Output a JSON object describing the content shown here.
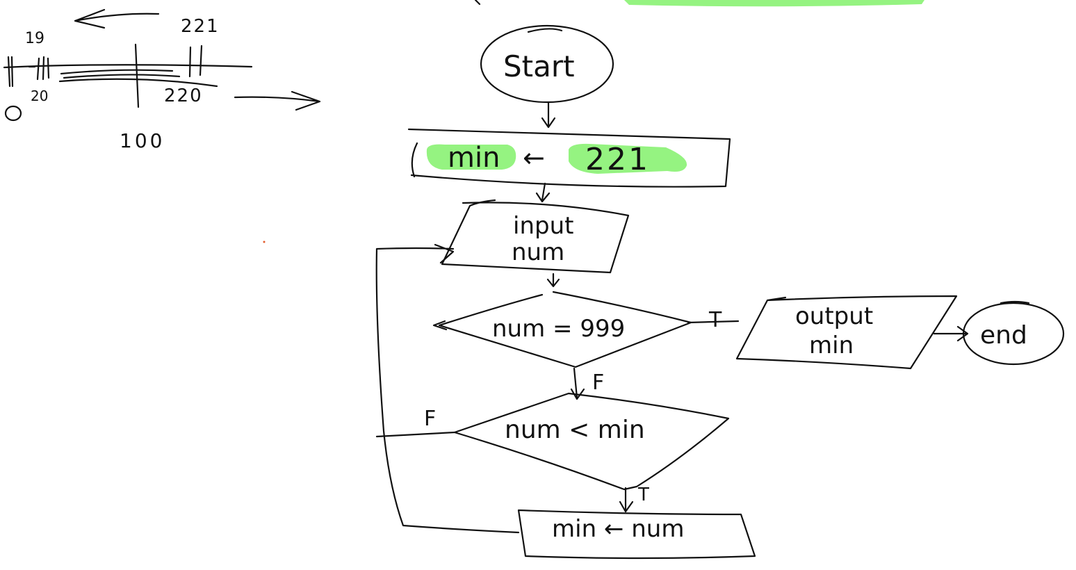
{
  "diagram": {
    "highlight_color": "#8ff27a",
    "ink_color": "#111111",
    "nodes": {
      "start": "Start",
      "init": {
        "left": "min",
        "arrow": "←",
        "right": "221"
      },
      "input_line1": "input",
      "input_line2": "num",
      "cond1": "num = 999",
      "cond2": "num < min",
      "assign": "min ← num",
      "output_line1": "output",
      "output_line2": "min",
      "end": "end"
    },
    "edge_labels": {
      "cond1_true": "T",
      "cond1_false": "F",
      "cond2_false": "F",
      "cond2_true": "T"
    }
  },
  "number_line": {
    "label_19": "19",
    "label_221": "221",
    "label_20": "20",
    "label_220": "220",
    "label_0": "0",
    "label_100": "100"
  }
}
